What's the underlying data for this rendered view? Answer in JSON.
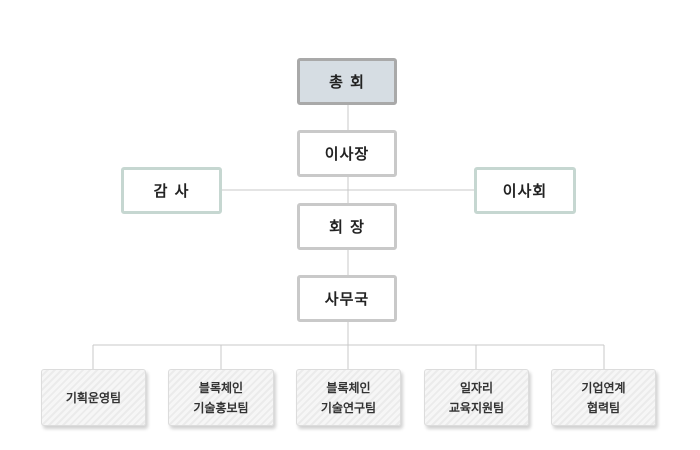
{
  "org": {
    "general_assembly": "총 회",
    "chairman": "이사장",
    "auditor": "감 사",
    "board": "이사회",
    "president": "회 장",
    "secretariat": "사무국",
    "teams": [
      {
        "line1": "기획운영팀",
        "line2": ""
      },
      {
        "line1": "블록체인",
        "line2": "기술홍보팀"
      },
      {
        "line1": "블록체인",
        "line2": "기술연구팀"
      },
      {
        "line1": "일자리",
        "line2": "교육지원팀"
      },
      {
        "line1": "기업연계",
        "line2": "협력팀"
      }
    ]
  },
  "colors": {
    "root_fill": "#d6dde3",
    "connector": "#c8c8c8"
  }
}
